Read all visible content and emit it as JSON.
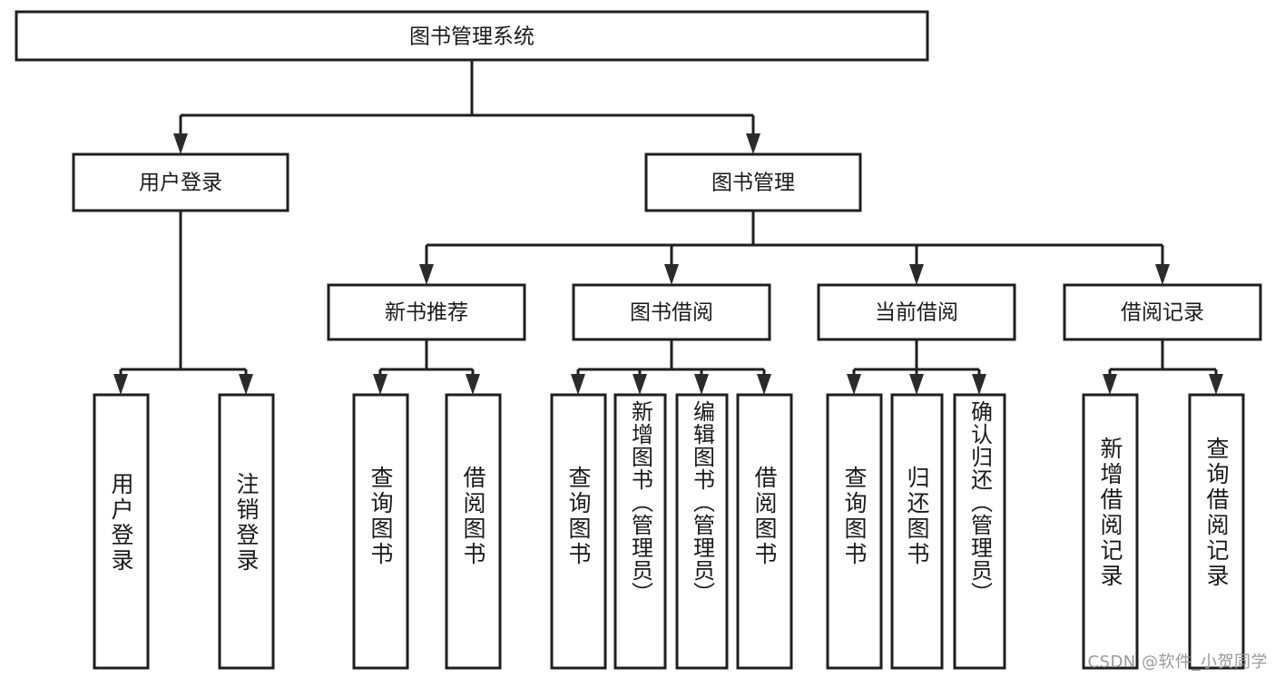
{
  "diagram": {
    "title": "图书管理系统",
    "type": "tree",
    "watermark": "CSDN @软件_小贺同学"
  },
  "root": {
    "label": "图书管理系统"
  },
  "level2": [
    {
      "label": "用户登录"
    },
    {
      "label": "图书管理"
    }
  ],
  "level3": [
    {
      "label": "新书推荐"
    },
    {
      "label": "图书借阅"
    },
    {
      "label": "当前借阅"
    },
    {
      "label": "借阅记录"
    }
  ],
  "leaves": {
    "user_login": [
      {
        "label": "用户登录"
      },
      {
        "label": "注销登录"
      }
    ],
    "new_book_rec": [
      {
        "label": "查询图书"
      },
      {
        "label": "借阅图书"
      }
    ],
    "book_borrow": [
      {
        "label": "查询图书"
      },
      {
        "label": "新增图书（管理员）"
      },
      {
        "label": "编辑图书（管理员）"
      },
      {
        "label": "借阅图书"
      }
    ],
    "current_borrow": [
      {
        "label": "查询图书"
      },
      {
        "label": "归还图书"
      },
      {
        "label": "确认归还（管理员）"
      }
    ],
    "borrow_record": [
      {
        "label": "新增借阅记录"
      },
      {
        "label": "查询借阅记录"
      }
    ]
  },
  "colors": {
    "stroke": "#1f1f1f",
    "fill": "#ffffff",
    "text": "#1a1a1a",
    "watermark": "#9a9a9a"
  }
}
